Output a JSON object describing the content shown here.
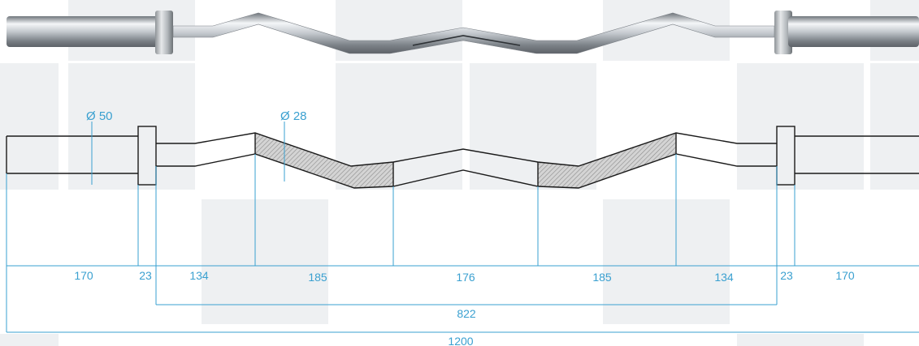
{
  "diameters": {
    "sleeve": "Ø 50",
    "grip": "Ø 28"
  },
  "dimensions": {
    "segments": [
      "170",
      "23",
      "134",
      "185",
      "176",
      "185",
      "134",
      "23",
      "170"
    ],
    "inner_span": "822",
    "total_length": "1200"
  },
  "colors": {
    "dimension": "#3aa0d0",
    "outline": "#1a1a1a",
    "hatch": "#8c8c8c",
    "chrome_dark": "#7d8389",
    "chrome_light": "#f2f4f6"
  }
}
